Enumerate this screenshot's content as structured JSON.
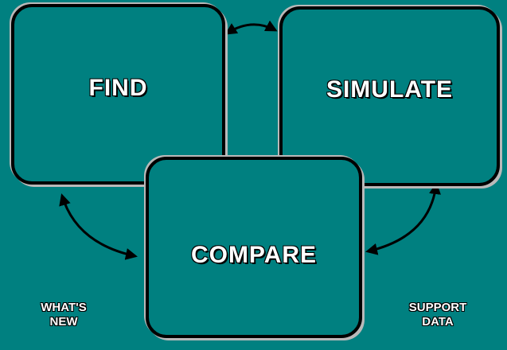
{
  "diagram": {
    "boxes": {
      "find": "FIND",
      "simulate": "SIMULATE",
      "compare": "COMPARE"
    },
    "links": {
      "whats_new_line1": "WHAT'S",
      "whats_new_line2": "NEW",
      "support_line1": "SUPPORT",
      "support_line2": "DATA"
    }
  },
  "colors": {
    "background": "#008080",
    "box_border": "#000000",
    "text": "#ffffff"
  },
  "icons": [
    "double-arrow-icon"
  ]
}
